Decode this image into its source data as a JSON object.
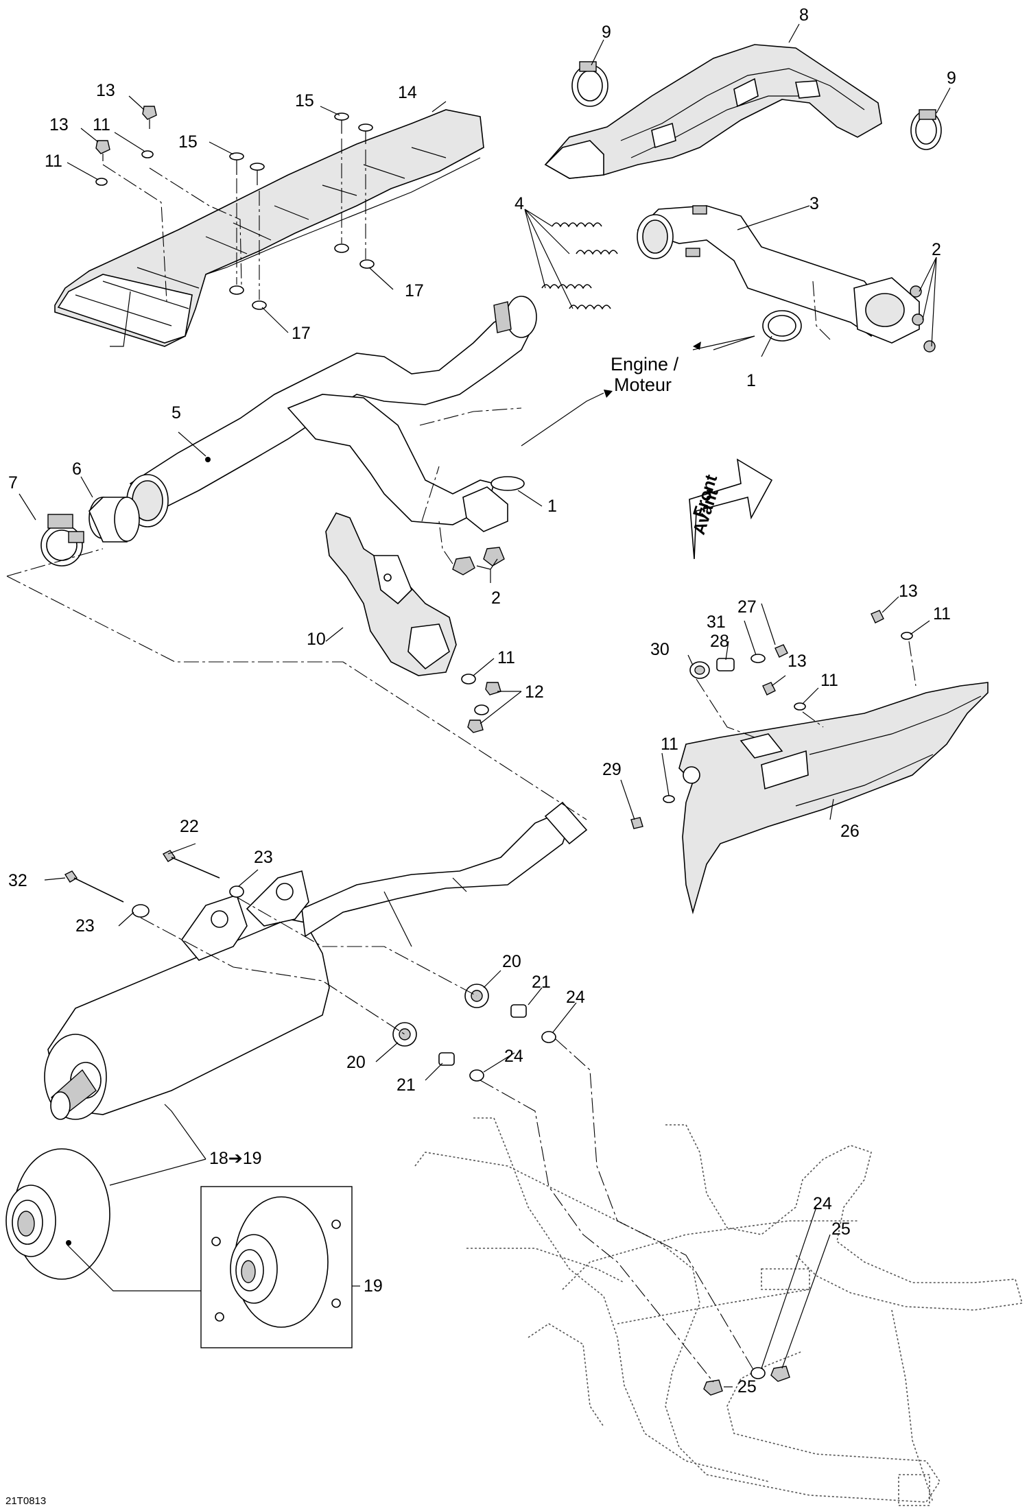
{
  "diagram_code": "21T0813",
  "engine_label": {
    "line1": "Engine /",
    "line2": "Moteur"
  },
  "front_arrow": {
    "line1": "Front",
    "line2": "Avant"
  },
  "callouts": [
    {
      "id": "c1a",
      "text": "1"
    },
    {
      "id": "c1b",
      "text": "1"
    },
    {
      "id": "c2a",
      "text": "2"
    },
    {
      "id": "c2b",
      "text": "2"
    },
    {
      "id": "c3",
      "text": "3"
    },
    {
      "id": "c4",
      "text": "4"
    },
    {
      "id": "c5",
      "text": "5"
    },
    {
      "id": "c6",
      "text": "6"
    },
    {
      "id": "c7",
      "text": "7"
    },
    {
      "id": "c8",
      "text": "8"
    },
    {
      "id": "c9a",
      "text": "9"
    },
    {
      "id": "c9b",
      "text": "9"
    },
    {
      "id": "c10",
      "text": "10"
    },
    {
      "id": "c11a",
      "text": "11"
    },
    {
      "id": "c11b",
      "text": "11"
    },
    {
      "id": "c11c",
      "text": "11"
    },
    {
      "id": "c11d",
      "text": "11"
    },
    {
      "id": "c11e",
      "text": "11"
    },
    {
      "id": "c11f",
      "text": "11"
    },
    {
      "id": "c12",
      "text": "12"
    },
    {
      "id": "c13a",
      "text": "13"
    },
    {
      "id": "c13b",
      "text": "13"
    },
    {
      "id": "c13c",
      "text": "13"
    },
    {
      "id": "c13d",
      "text": "13"
    },
    {
      "id": "c14",
      "text": "14"
    },
    {
      "id": "c15a",
      "text": "15"
    },
    {
      "id": "c15b",
      "text": "15"
    },
    {
      "id": "c17a",
      "text": "17"
    },
    {
      "id": "c17b",
      "text": "17"
    },
    {
      "id": "c18",
      "text": "18➔19"
    },
    {
      "id": "c19",
      "text": "19"
    },
    {
      "id": "c20a",
      "text": "20"
    },
    {
      "id": "c20b",
      "text": "20"
    },
    {
      "id": "c21a",
      "text": "21"
    },
    {
      "id": "c21b",
      "text": "21"
    },
    {
      "id": "c22",
      "text": "22"
    },
    {
      "id": "c23a",
      "text": "23"
    },
    {
      "id": "c23b",
      "text": "23"
    },
    {
      "id": "c24a",
      "text": "24"
    },
    {
      "id": "c24b",
      "text": "24"
    },
    {
      "id": "c24c",
      "text": "24"
    },
    {
      "id": "c25a",
      "text": "25"
    },
    {
      "id": "c25b",
      "text": "25"
    },
    {
      "id": "c26",
      "text": "26"
    },
    {
      "id": "c27",
      "text": "27"
    },
    {
      "id": "c28",
      "text": "28"
    },
    {
      "id": "c29",
      "text": "29"
    },
    {
      "id": "c30",
      "text": "30"
    },
    {
      "id": "c31",
      "text": "31"
    },
    {
      "id": "c32",
      "text": "32"
    }
  ]
}
